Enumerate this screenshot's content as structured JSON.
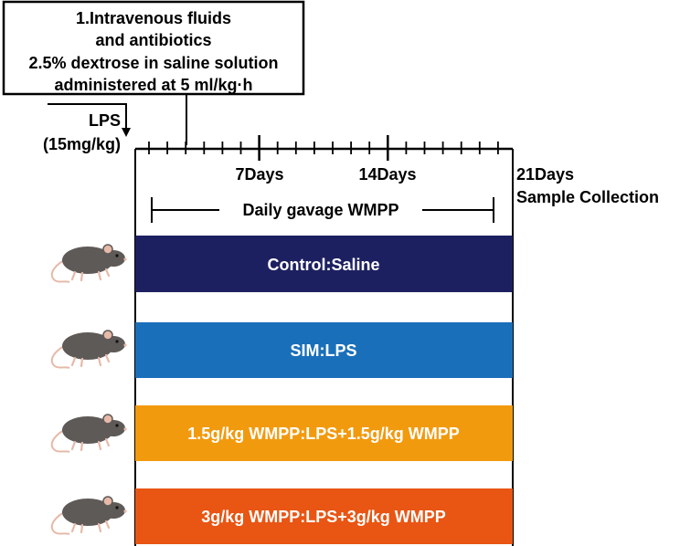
{
  "note_box": {
    "lines": [
      "1.Intravenous fluids",
      "and antibiotics",
      "2.5% dextrose in saline solution",
      "administered at 5 ml/kg·h"
    ]
  },
  "lps": {
    "line1": "LPS",
    "line2": "(15mg/kg)"
  },
  "timeline": {
    "day7": "7Days",
    "day14": "14Days",
    "day21": "21Days",
    "end_label": "Sample Collection",
    "gavage_label": "Daily gavage WMPP"
  },
  "groups": [
    {
      "label": "Control:Saline",
      "color": "#1d2060"
    },
    {
      "label": "SIM:LPS",
      "color": "#1a6fba"
    },
    {
      "label": "1.5g/kg WMPP:LPS+1.5g/kg WMPP",
      "color": "#f29a0e"
    },
    {
      "label": "3g/kg WMPP:LPS+3g/kg WMPP",
      "color": "#e95513"
    }
  ],
  "colors": {
    "mouse_body": "#5e5a58",
    "mouse_ear": "#e6b9a8"
  }
}
